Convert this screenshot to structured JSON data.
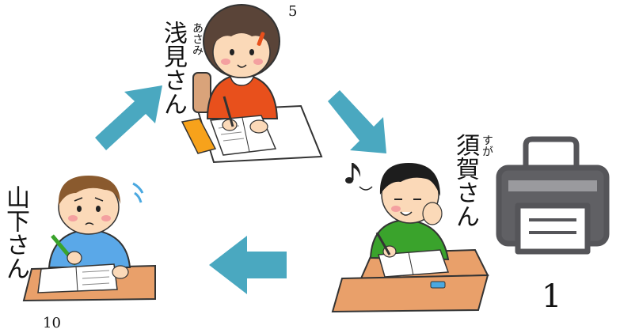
{
  "people": [
    {
      "id": "asami",
      "name": "浅見さん",
      "furigana": "あさみ",
      "count": "5"
    },
    {
      "id": "suga",
      "name": "須賀さん",
      "furigana": "すが",
      "count": "1"
    },
    {
      "id": "yamashita",
      "name": "山下さん",
      "furigana": "",
      "count": "10"
    }
  ],
  "icons": {
    "printer": "printer-icon",
    "music": "music-note-icon",
    "arrow": "arrow-icon"
  },
  "colors": {
    "arrow": "#4aa8c0",
    "asami_shirt": "#e8501c",
    "suga_shirt": "#3aa32c",
    "yamashita_shirt": "#5aa8e8",
    "desk": "#e9a06a",
    "printer": "#606064"
  }
}
